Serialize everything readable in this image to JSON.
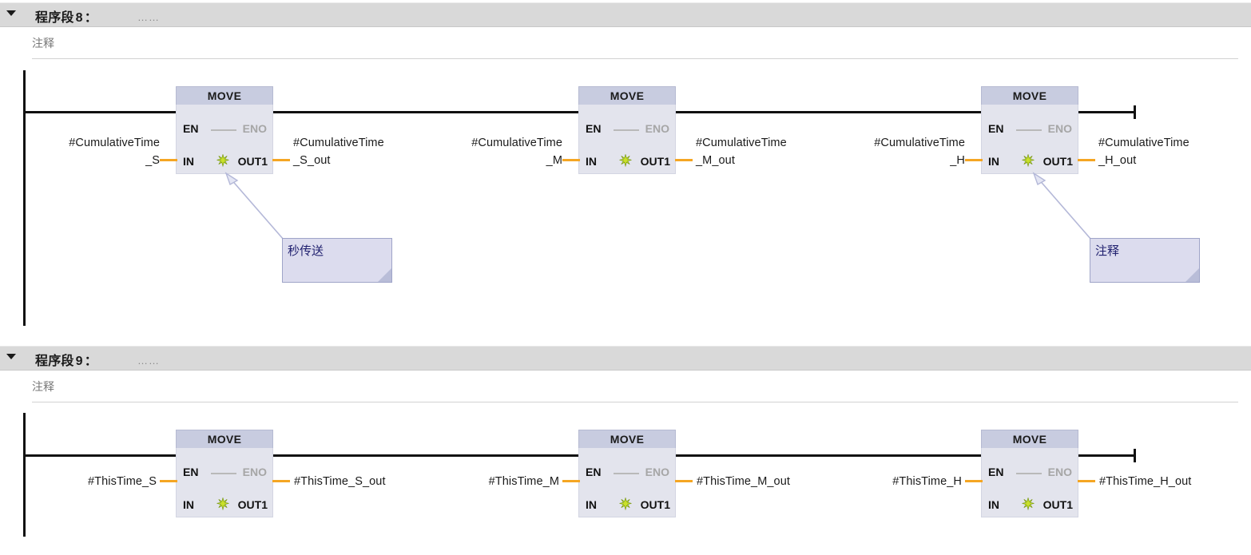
{
  "app": {
    "language": "LAD",
    "accent_orange": "#f5a623",
    "rail_color": "#111111",
    "block_header_color": "#c8cce0",
    "block_body_color": "#e3e4ed",
    "callout_fill": "#dcdcee",
    "callout_border": "#9fa4c8",
    "callout_text_color": "#1f1f6e",
    "network_band_color": "#d9d9d9"
  },
  "networks": [
    {
      "label": "程序段",
      "number": "8",
      "colon": "：",
      "title_placeholder": "……",
      "comment": "注释",
      "blocks": [
        {
          "name": "MOVE",
          "icon": "move-star-icon",
          "pins": {
            "en": "EN",
            "eno": "ENO",
            "in": "IN",
            "out": "OUT1"
          },
          "input": {
            "line1": "#CumulativeTime",
            "line2": "_S"
          },
          "output": {
            "line1": "#CumulativeTime",
            "line2": "_S_out"
          }
        },
        {
          "name": "MOVE",
          "icon": "move-star-icon",
          "pins": {
            "en": "EN",
            "eno": "ENO",
            "in": "IN",
            "out": "OUT1"
          },
          "input": {
            "line1": "#CumulativeTime",
            "line2": "_M"
          },
          "output": {
            "line1": "#CumulativeTime",
            "line2": "_M_out"
          }
        },
        {
          "name": "MOVE",
          "icon": "move-star-icon",
          "pins": {
            "en": "EN",
            "eno": "ENO",
            "in": "IN",
            "out": "OUT1"
          },
          "input": {
            "line1": "#CumulativeTime",
            "line2": "_H"
          },
          "output": {
            "line1": "#CumulativeTime",
            "line2": "_H_out"
          }
        }
      ],
      "callouts": [
        {
          "text": "秒传送"
        },
        {
          "text": "注释"
        }
      ]
    },
    {
      "label": "程序段",
      "number": "9",
      "colon": "：",
      "title_placeholder": "……",
      "comment": "注释",
      "blocks": [
        {
          "name": "MOVE",
          "icon": "move-star-icon",
          "pins": {
            "en": "EN",
            "eno": "ENO",
            "in": "IN",
            "out": "OUT1"
          },
          "input": {
            "line1": "#ThisTime_S",
            "line2": ""
          },
          "output": {
            "line1": "#ThisTime_S_out",
            "line2": ""
          }
        },
        {
          "name": "MOVE",
          "icon": "move-star-icon",
          "pins": {
            "en": "EN",
            "eno": "ENO",
            "in": "IN",
            "out": "OUT1"
          },
          "input": {
            "line1": "#ThisTime_M",
            "line2": ""
          },
          "output": {
            "line1": "#ThisTime_M_out",
            "line2": ""
          }
        },
        {
          "name": "MOVE",
          "icon": "move-star-icon",
          "pins": {
            "en": "EN",
            "eno": "ENO",
            "in": "IN",
            "out": "OUT1"
          },
          "input": {
            "line1": "#ThisTime_H",
            "line2": ""
          },
          "output": {
            "line1": "#ThisTime_H_out",
            "line2": ""
          }
        }
      ],
      "callouts": []
    }
  ]
}
